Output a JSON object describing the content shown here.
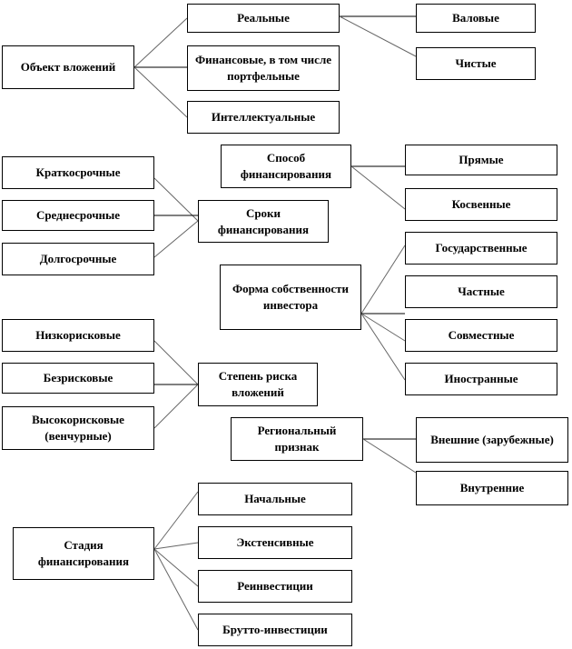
{
  "groups": {
    "object": {
      "root": "Объект вложений",
      "children": [
        "Реальные",
        "Финансовые, в том числе портфельные",
        "Интеллектуальные"
      ],
      "real_children": [
        "Валовые",
        "Чистые"
      ]
    },
    "method": {
      "root": "Способ финансирования",
      "children": [
        "Прямые",
        "Косвенные"
      ]
    },
    "terms": {
      "root": "Сроки финансирования",
      "children": [
        "Краткосрочные",
        "Среднесрочные",
        "Долгосрочные"
      ]
    },
    "ownership": {
      "root": "Форма собственности инвестора",
      "children": [
        "Государственные",
        "Частные",
        "Совместные",
        "Иностранные"
      ]
    },
    "risk": {
      "root": "Степень риска вложений",
      "children": [
        "Низкорисковые",
        "Безрисковые",
        "Высокорисковые (венчурные)"
      ]
    },
    "region": {
      "root": "Региональный признак",
      "children": [
        "Внешние (зарубежные)",
        "Внутренние"
      ]
    },
    "stage": {
      "root": "Стадия финансирования",
      "children": [
        "Начальные",
        "Экстенсивные",
        "Реинвестиции",
        "Брутто-инвестиции"
      ]
    }
  }
}
